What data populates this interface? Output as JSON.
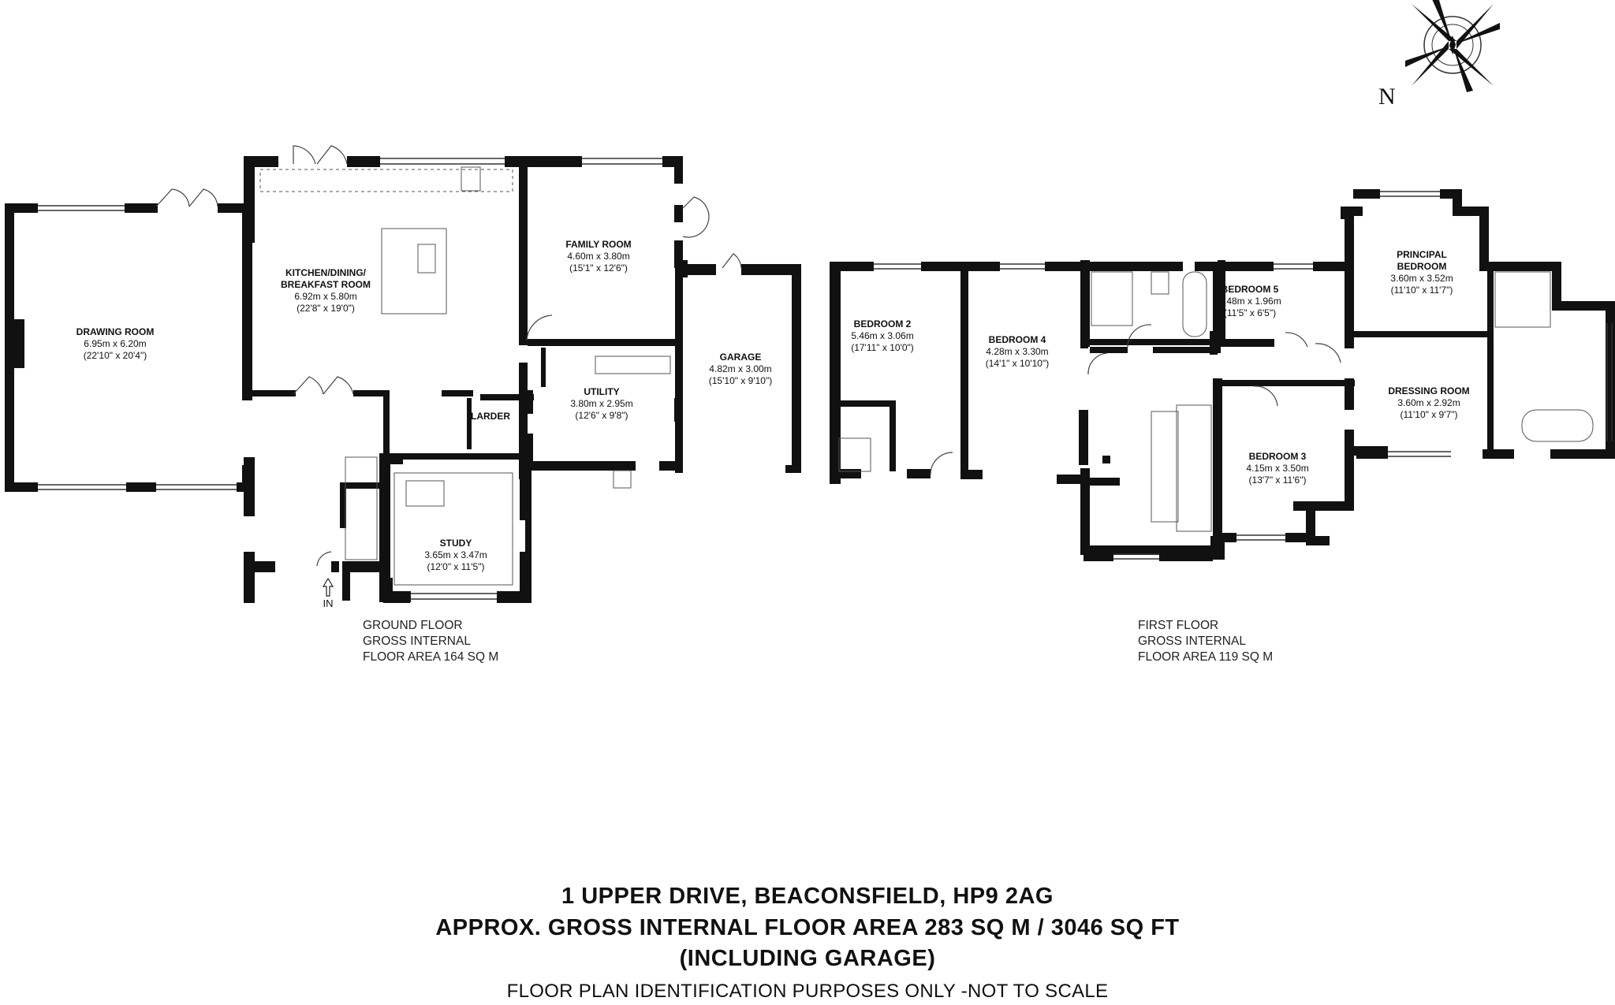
{
  "rooms": {
    "drawing_room": {
      "name": "DRAWING ROOM",
      "metric": "6.95m x 6.20m",
      "imperial": "(22'10\" x 20'4\")"
    },
    "kitchen": {
      "name_line1": "KITCHEN/DINING/",
      "name_line2": "BREAKFAST ROOM",
      "metric": "6.92m x 5.80m",
      "imperial": "(22'8\" x 19'0\")"
    },
    "family_room": {
      "name": "FAMILY ROOM",
      "metric": "4.60m x 3.80m",
      "imperial": "(15'1\" x 12'6\")"
    },
    "garage": {
      "name": "GARAGE",
      "metric": "4.82m x 3.00m",
      "imperial": "(15'10\" x 9'10\")"
    },
    "utility": {
      "name": "UTILITY",
      "metric": "3.80m x 2.95m",
      "imperial": "(12'6\" x 9'8\")"
    },
    "larder": {
      "name": "LARDER"
    },
    "study": {
      "name": "STUDY",
      "metric": "3.65m x 3.47m",
      "imperial": "(12'0\" x 11'5\")"
    },
    "bedroom2": {
      "name": "BEDROOM 2",
      "metric": "5.46m x 3.06m",
      "imperial": "(17'11\" x 10'0\")"
    },
    "bedroom4": {
      "name": "BEDROOM 4",
      "metric": "4.28m x 3.30m",
      "imperial": "(14'1\" x 10'10\")"
    },
    "bedroom5": {
      "name": "BEDROOM 5",
      "metric": "3.48m x 1.96m",
      "imperial": "(11'5\" x 6'5\")"
    },
    "principal": {
      "name_line1": "PRINCIPAL",
      "name_line2": "BEDROOM",
      "metric": "3.60m x 3.52m",
      "imperial": "(11'10\" x 11'7\")"
    },
    "dressing": {
      "name": "DRESSING ROOM",
      "metric": "3.60m x 2.92m",
      "imperial": "(11'10\" x 9'7\")"
    },
    "bedroom3": {
      "name": "BEDROOM 3",
      "metric": "4.15m x 3.50m",
      "imperial": "(13'7\" x 11'6\")"
    }
  },
  "entrance_label": "IN",
  "ground_floor": {
    "line1": "GROUND FLOOR",
    "line2": "GROSS INTERNAL",
    "line3": "FLOOR AREA 164 SQ M"
  },
  "first_floor": {
    "line1": "FIRST FLOOR",
    "line2": "GROSS INTERNAL",
    "line3": "FLOOR AREA 119 SQ M"
  },
  "footer": {
    "address": "1 UPPER DRIVE, BEACONSFIELD, HP9 2AG",
    "area": "APPROX. GROSS INTERNAL FLOOR AREA 283 SQ M / 3046 SQ FT",
    "garage_note": "(INCLUDING GARAGE)",
    "disclaimer": "FLOOR PLAN IDENTIFICATION PURPOSES ONLY -NOT TO SCALE"
  },
  "compass": {
    "label": "N",
    "icon": "compass-rose-icon"
  }
}
